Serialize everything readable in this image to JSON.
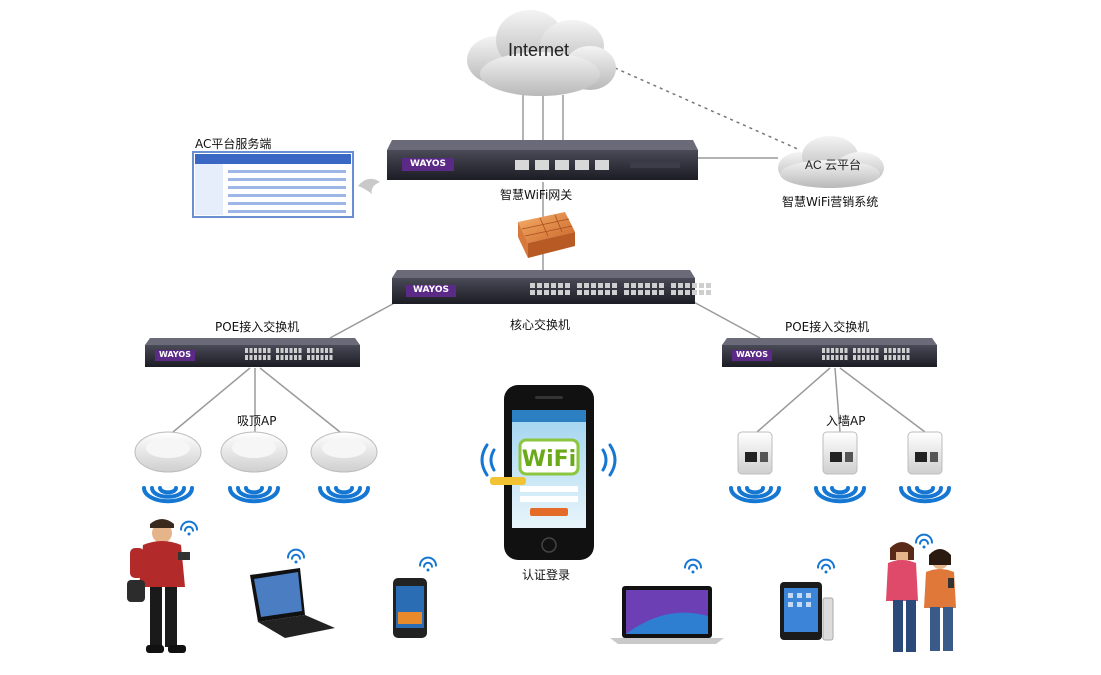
{
  "nodes": {
    "internet": {
      "label": "Internet"
    },
    "ac_cloud": {
      "label": "AC 云平台"
    },
    "marketing": {
      "label": "智慧WiFi营销系统"
    },
    "ac_server": {
      "label": "AC平台服务端"
    },
    "gateway": {
      "label": "智慧WiFi网关"
    },
    "core_switch": {
      "label": "核心交换机"
    },
    "poe_left": {
      "label": "POE接入交换机"
    },
    "poe_right": {
      "label": "POE接入交换机"
    },
    "ceiling_ap": {
      "label": "吸顶AP"
    },
    "wall_ap": {
      "label": "入墙AP"
    },
    "auth": {
      "label": "认证登录"
    }
  },
  "device_brand": "WAYOS",
  "phone_screen": {
    "wifi": "WiFi"
  },
  "colors": {
    "device_body": "#2a2a35",
    "device_badge": "#5a2a86",
    "wifi_wave": "#1677d2",
    "firewall": "#e58a3c",
    "dashed_link": "#777777"
  }
}
